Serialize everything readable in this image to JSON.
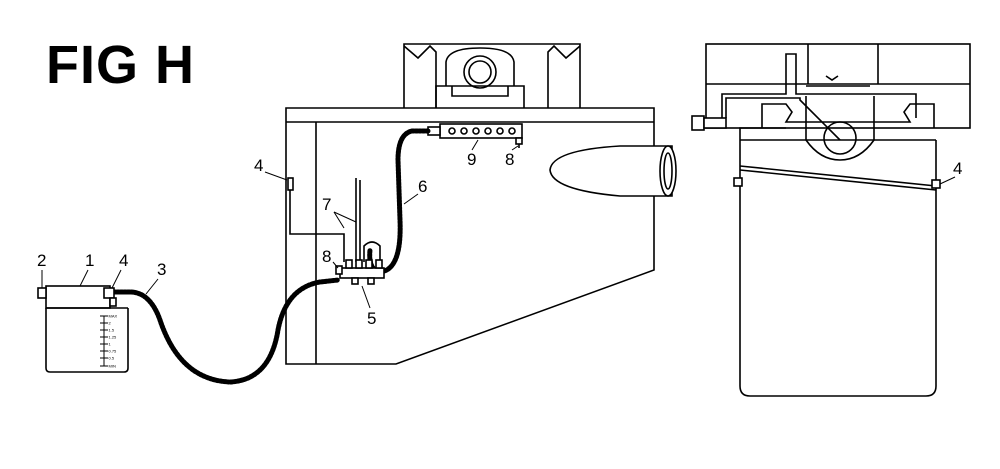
{
  "figure": {
    "title": "FIG H"
  },
  "callouts": [
    {
      "id": "c-2",
      "text": "2"
    },
    {
      "id": "c-1",
      "text": "1"
    },
    {
      "id": "c-4a",
      "text": "4"
    },
    {
      "id": "c-3",
      "text": "3"
    },
    {
      "id": "c-4b",
      "text": "4"
    },
    {
      "id": "c-7",
      "text": "7"
    },
    {
      "id": "c-6",
      "text": "6"
    },
    {
      "id": "c-8a",
      "text": "8"
    },
    {
      "id": "c-5",
      "text": "5"
    },
    {
      "id": "c-9",
      "text": "9"
    },
    {
      "id": "c-8b",
      "text": "8"
    },
    {
      "id": "c-4c",
      "text": "4"
    }
  ],
  "reservoir_scale": {
    "labels": [
      "MAX",
      "2",
      "1.5",
      "1.25",
      "1",
      "0.75",
      "0.5",
      "MIN"
    ]
  }
}
